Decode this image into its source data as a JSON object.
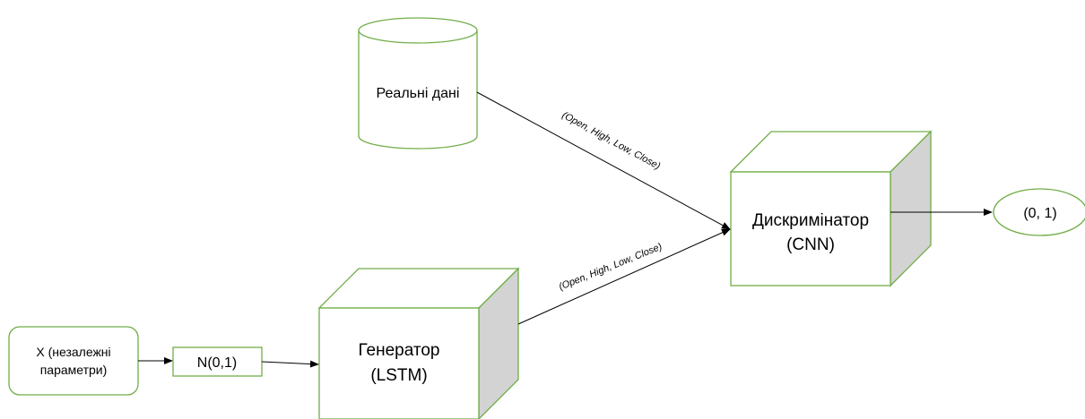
{
  "nodes": {
    "real_data": {
      "label": "Реальні дані"
    },
    "x_params": {
      "line1": "X (незалежні",
      "line2": "параметри)"
    },
    "noise": {
      "label": "N(0,1)"
    },
    "generator": {
      "line1": "Генератор",
      "line2": "(LSTM)"
    },
    "discriminator": {
      "line1": "Дискримінатор",
      "line2": "(CNN)"
    },
    "output": {
      "label": "(0, 1)"
    }
  },
  "edges": {
    "real_to_disc": {
      "label": "(Open, High, Low, Close)"
    },
    "gen_to_disc": {
      "label": "(Open, High, Low, Close)"
    }
  },
  "colors": {
    "outline": "#70ad47",
    "cube_side": "#d3d3d3",
    "arrow": "#000000"
  }
}
